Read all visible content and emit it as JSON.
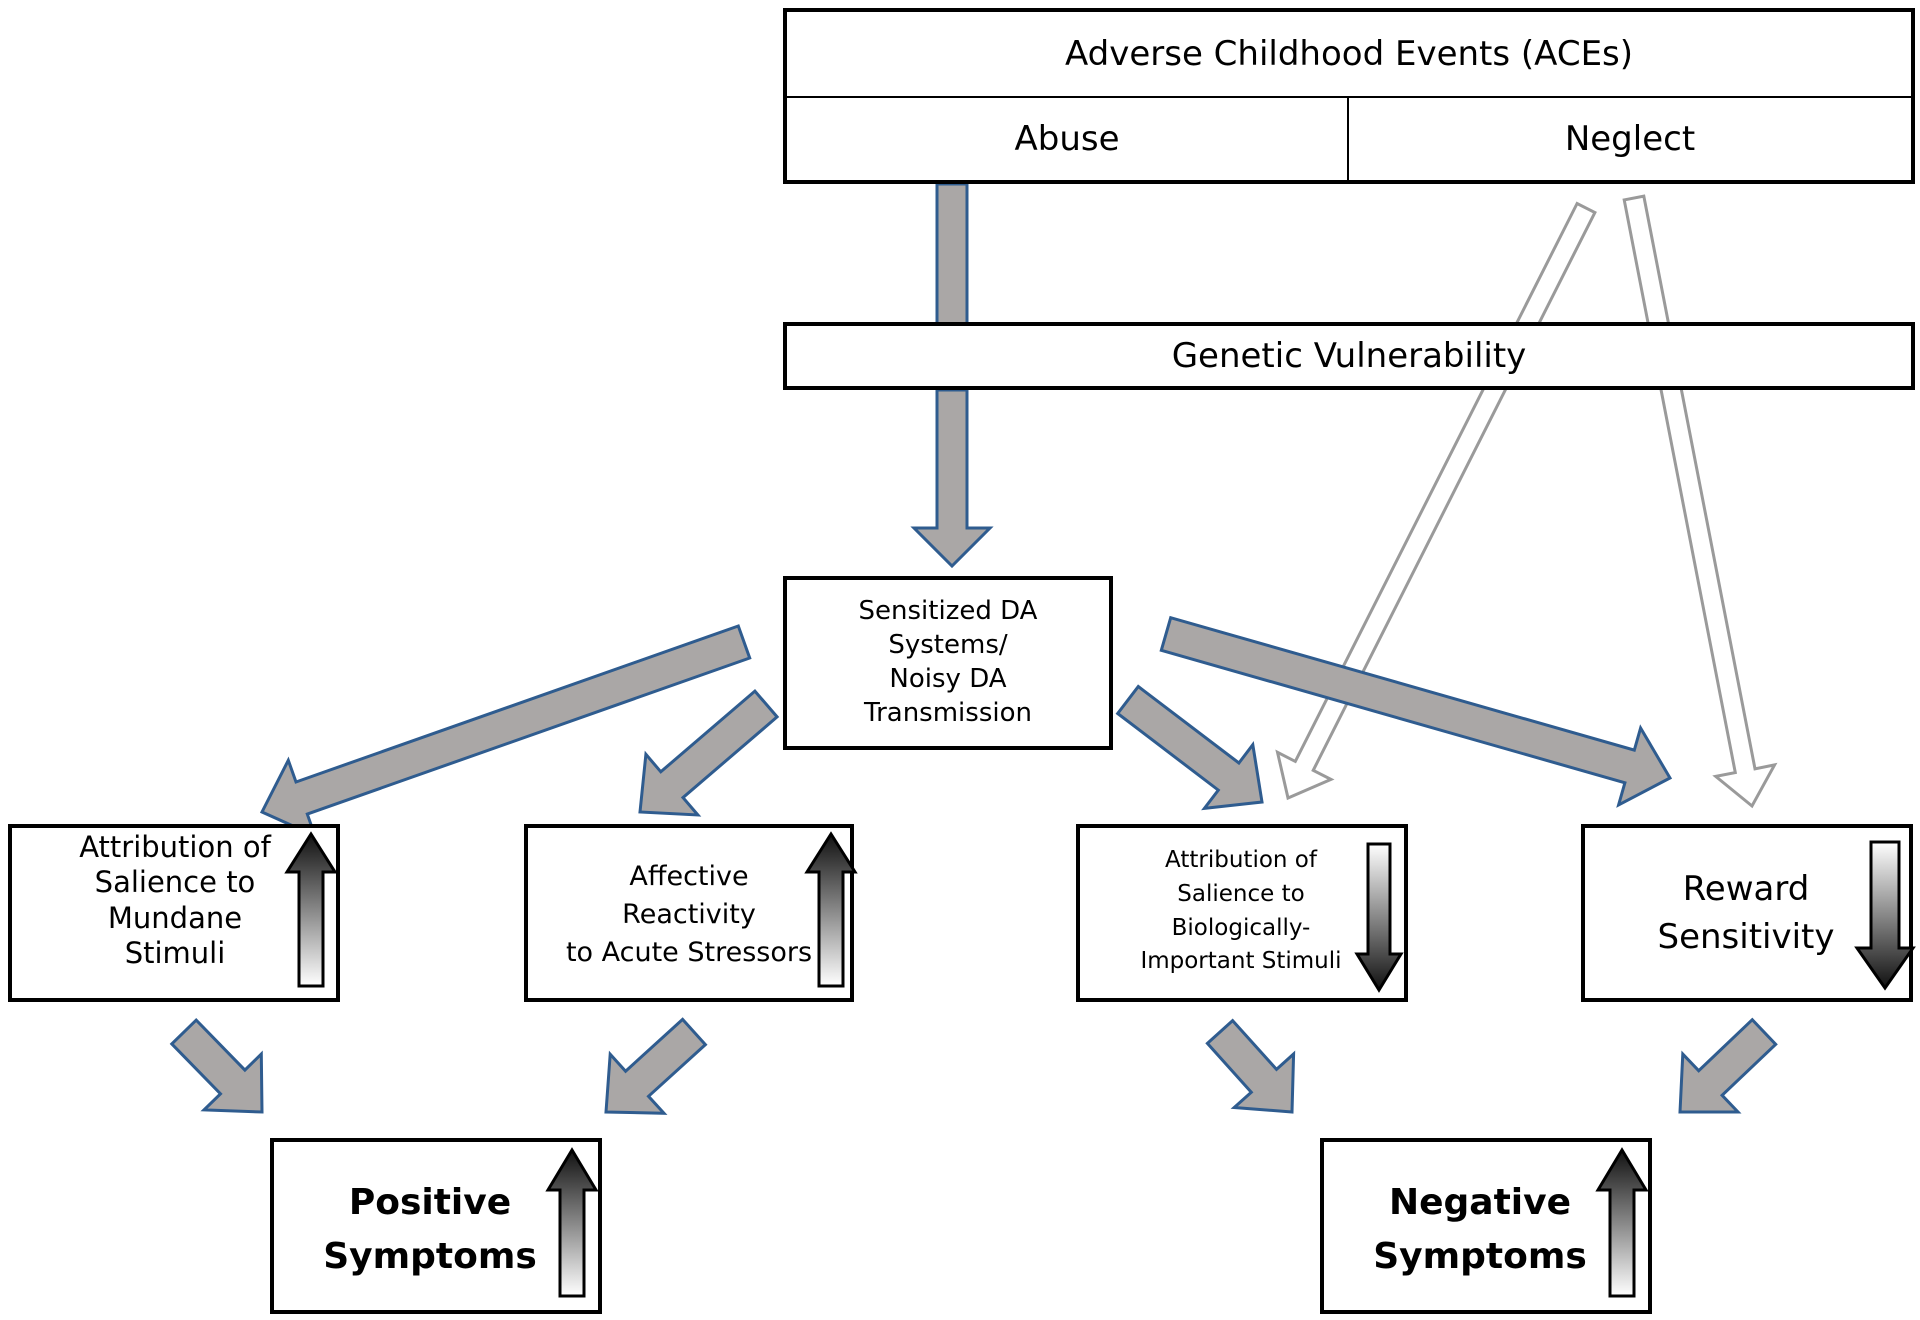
{
  "aces": {
    "title": "Adverse Childhood Events (ACEs)",
    "abuse": "Abuse",
    "neglect": "Neglect"
  },
  "genetic": "Genetic Vulnerability",
  "da": {
    "line1": "Sensitized DA",
    "line2": "Systems/",
    "line3": "Noisy DA",
    "line4": "Transmission"
  },
  "mundane": {
    "line1": "Attribution of",
    "line2": "Salience to",
    "line3": "Mundane",
    "line4": "Stimuli",
    "direction": "increase"
  },
  "affective": {
    "line1": "Affective",
    "line2": "Reactivity",
    "line3": "to Acute Stressors",
    "direction": "increase"
  },
  "bio": {
    "line1": "Attribution of",
    "line2": "Salience to",
    "line3": "Biologically-",
    "line4": "Important Stimuli",
    "direction": "decrease"
  },
  "reward": {
    "line1": "Reward",
    "line2": "Sensitivity",
    "direction": "decrease"
  },
  "positive": {
    "line1": "Positive",
    "line2": "Symptoms",
    "direction": "increase"
  },
  "negative": {
    "line1": "Negative",
    "line2": "Symptoms",
    "direction": "increase"
  },
  "colors": {
    "arrow_fill": "#aaa7a6",
    "arrow_stroke": "#2f5c8f",
    "hollow_stroke": "#9a9a9a",
    "box_border": "#000000"
  }
}
